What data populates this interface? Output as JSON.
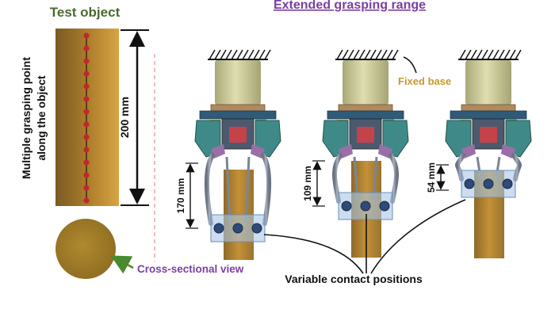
{
  "figure": {
    "test_object_title": "Test object",
    "extended_range_title": "Extended grasping range",
    "side_label_line1": "Multiple grasping point",
    "side_label_line2": "along the object",
    "length_label": "200 mm",
    "cross_section_label": "Cross-sectional view",
    "fixed_base_label": "Fixed base",
    "contact_label": "Variable contact positions",
    "grippers": [
      {
        "height_label": "170 mm"
      },
      {
        "height_label": "109 mm"
      },
      {
        "height_label": "54 mm"
      }
    ]
  },
  "colors": {
    "rod_gold": "#b8862e",
    "rod_dark": "#7a5a24",
    "grasp_point_red": "#c0282d",
    "motor_khaki": "#cfcf9a",
    "housing_teal": "#3f8a88",
    "finger_grey": "#8a93a3",
    "contact_box_blue": "#a9c6e4",
    "title_green": "#4a6a2e",
    "title_purple": "#7b3fa0",
    "fixed_base_gold": "#c79a2a"
  }
}
